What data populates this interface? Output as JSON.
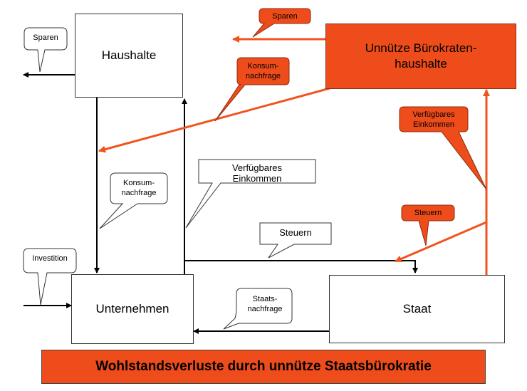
{
  "nodes": {
    "haushalte": "Haushalte",
    "unternehmen": "Unternehmen",
    "staat": "Staat",
    "buerokraten": "Unnütze Bürokraten-\nhaushalte"
  },
  "labels": {
    "sparen_left": "Sparen",
    "sparen_orange": "Sparen",
    "konsum_orange": "Konsum-\nnachfrage",
    "konsum_black": "Konsum-\nnachfrage",
    "verfuegbar_orange": "Verfügbares\nEinkommen",
    "verfuegbar_black": "Verfügbares\nEinkommen",
    "steuern_orange": "Steuern",
    "steuern_black": "Steuern",
    "investition": "Investition",
    "staatsnachfrage": "Staats-\nnachfrage"
  },
  "banner": "Wohlstandsverluste durch unnütze Staatsbürokratie",
  "colors": {
    "accent": "#ee4c1a",
    "line_orange": "#f0541e",
    "line_black": "#000000"
  }
}
